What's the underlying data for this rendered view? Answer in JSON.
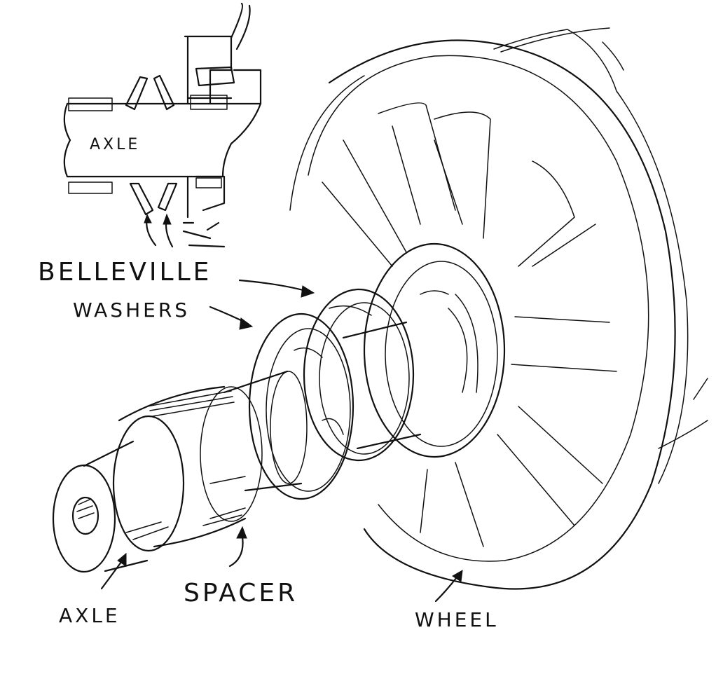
{
  "labels": {
    "inset_axle": "Axle",
    "belleville_line1": "Belleville",
    "belleville_line2": "Washers",
    "axle": "Axle",
    "spacer": "Spacer",
    "wheel": "Wheel"
  },
  "colors": {
    "ink": "#111111",
    "paper": "#ffffff"
  }
}
